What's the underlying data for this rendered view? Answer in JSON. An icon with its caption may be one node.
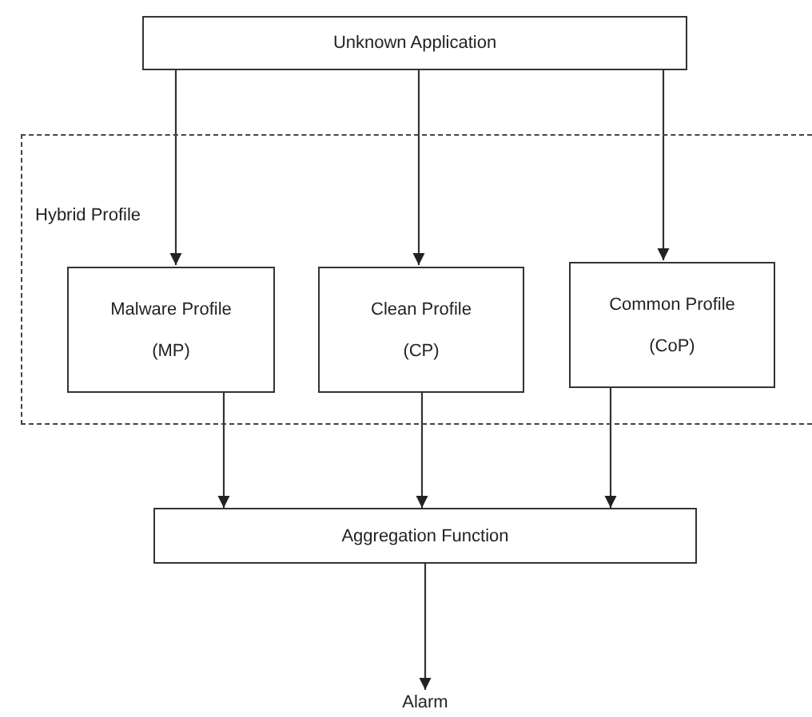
{
  "diagram": {
    "nodes": [
      {
        "text": [
          "Unknown Application"
        ]
      },
      {
        "text": [
          "Hybrid Profile"
        ]
      },
      {
        "text": [
          "Malware Profile",
          "(MP)"
        ],
        "in": 1
      },
      {
        "text": [
          "Clean Profile",
          "(CP)"
        ],
        "in": 1
      },
      {
        "text": [
          "Common Profile",
          "(CoP)"
        ],
        "in": 1
      },
      {
        "text": [
          "Aggregation Function"
        ]
      },
      {
        "text": [
          "Alarm"
        ]
      }
    ],
    "edges": [
      {
        "from": 0,
        "to": 2,
        "arrow": "to"
      },
      {
        "from": 0,
        "to": 3,
        "arrow": "to"
      },
      {
        "from": 0,
        "to": 4,
        "arrow": "to"
      },
      {
        "from": 2,
        "to": 5,
        "arrow": "to"
      },
      {
        "from": 3,
        "to": 5,
        "arrow": "to"
      },
      {
        "from": 4,
        "to": 5,
        "arrow": "to"
      },
      {
        "from": 5,
        "to": 6,
        "arrow": "to"
      }
    ]
  }
}
